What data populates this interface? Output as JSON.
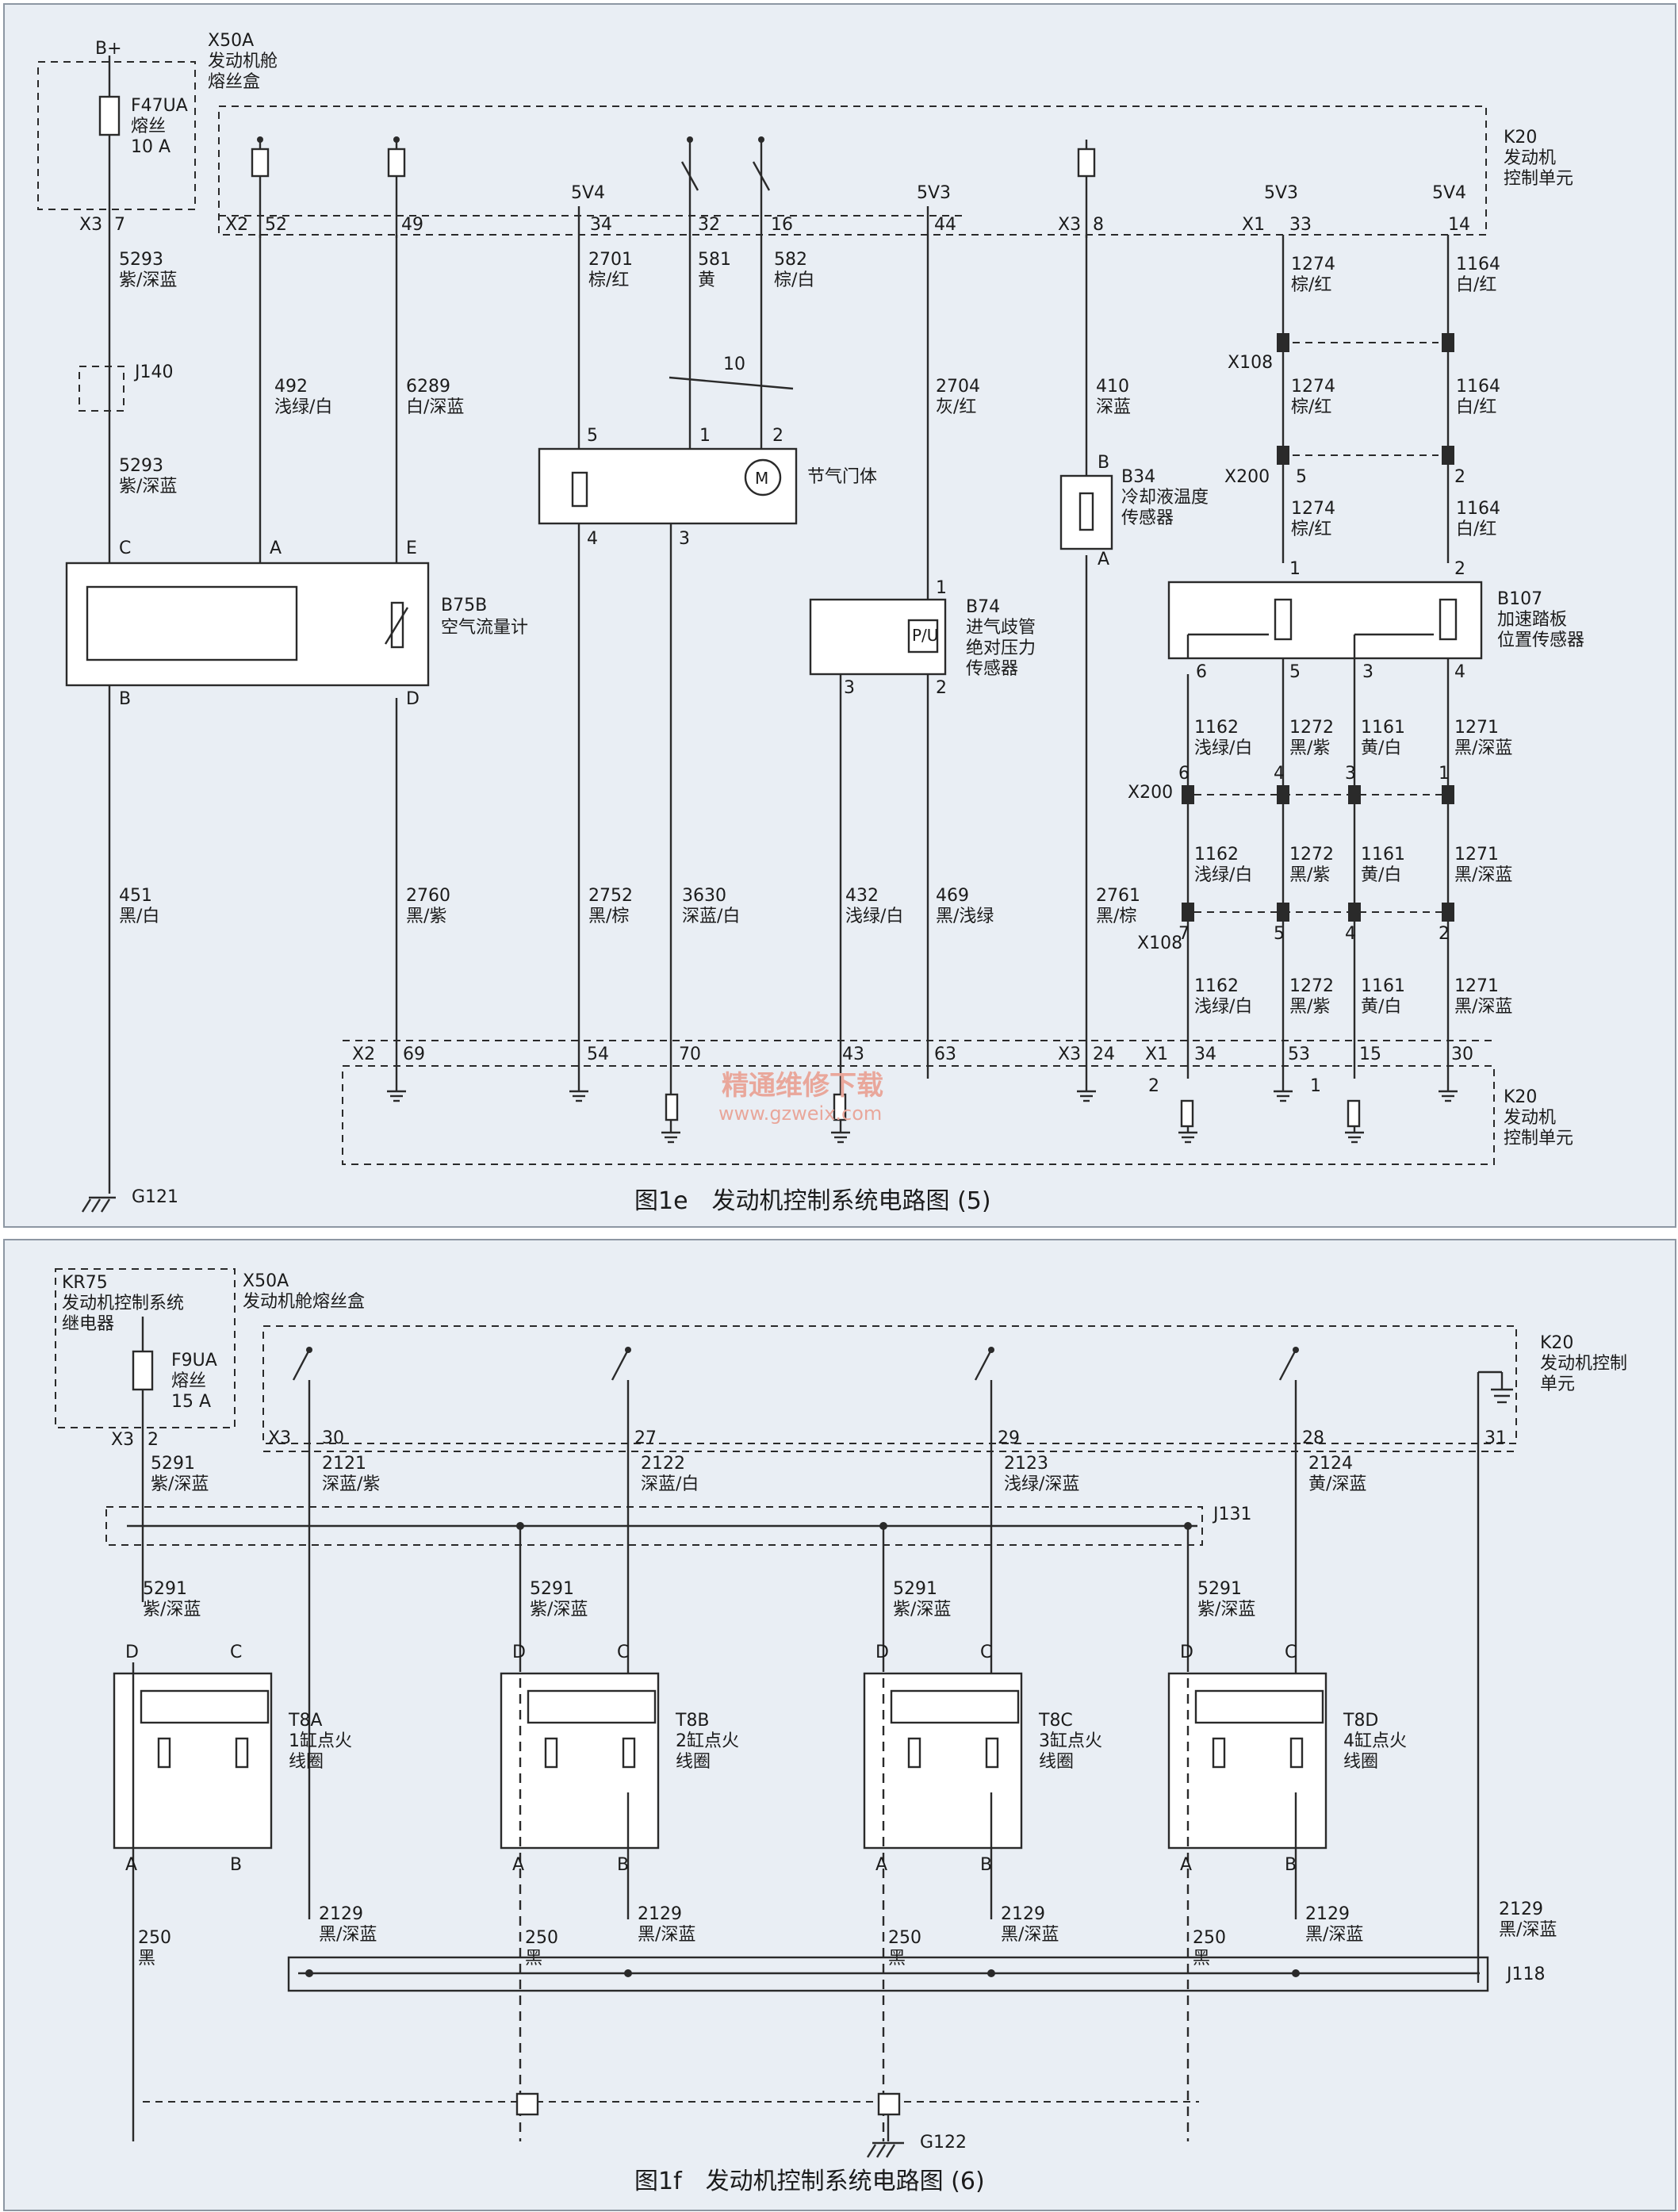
{
  "diagram1": {
    "caption": "图1e　发动机控制系统电路图 (5)",
    "supply": {
      "bplus": "B+",
      "x50a": "X50A",
      "x50a_name_1": "发动机舱",
      "x50a_name_2": "熔丝盒",
      "fuse": "F47UA",
      "fuse_word": "熔丝",
      "fuse_amp": "10 A",
      "conn": "X3",
      "pin": "7"
    },
    "k20": {
      "id": "K20",
      "name_1": "发动机",
      "name_2": "控制单元"
    },
    "top_pins": {
      "x2": "X2",
      "p52": "52",
      "p49": "49",
      "v54a": "5V4",
      "p34": "34",
      "p32": "32",
      "p16": "16",
      "v53a": "5V3",
      "p44": "44",
      "x3": "X3",
      "p8": "8",
      "x1": "X1",
      "v53b": "5V3",
      "p33": "33",
      "v54b": "5V4",
      "p14": "14"
    },
    "wires_top": [
      {
        "num": "5293",
        "color": "紫/深蓝"
      },
      {
        "num": "492",
        "color": "浅绿/白"
      },
      {
        "num": "6289",
        "color": "白/深蓝"
      },
      {
        "num": "2701",
        "color": "棕/红"
      },
      {
        "num": "581",
        "color": "黄"
      },
      {
        "num": "582",
        "color": "棕/白"
      },
      {
        "num": "2704",
        "color": "灰/红"
      },
      {
        "num": "410",
        "color": "深蓝"
      },
      {
        "num": "1274",
        "color": "棕/红"
      },
      {
        "num": "1164",
        "color": "白/红"
      }
    ],
    "j140": "J140",
    "twist_label": "10",
    "maf": {
      "id": "B75B",
      "name": "空气流量计",
      "pin_c": "C",
      "pin_a": "A",
      "pin_e": "E",
      "pin_b": "B",
      "pin_d": "D"
    },
    "throttle": {
      "name": "节气门体",
      "p5": "5",
      "p1": "1",
      "p2": "2",
      "p4": "4",
      "p3": "3"
    },
    "map_sensor": {
      "id": "B74",
      "name_1": "进气歧管",
      "name_2": "绝对压力",
      "name_3": "传感器",
      "p1": "1",
      "p3": "3",
      "p2": "2",
      "sym": "P/U"
    },
    "ect": {
      "id": "B34",
      "name_1": "冷却液温度",
      "name_2": "传感器",
      "pb": "B",
      "pa": "A"
    },
    "app": {
      "id": "B107",
      "name_1": "加速踏板",
      "name_2": "位置传感器",
      "p1": "1",
      "p2": "2",
      "p6": "6",
      "p5": "5",
      "p3": "3",
      "p4": "4"
    },
    "x108": "X108",
    "x200": "X200",
    "x108_p5": "5",
    "x108_p2": "2",
    "x200_pins": [
      "6",
      "4",
      "3",
      "1"
    ],
    "x108_pins": [
      "7",
      "5",
      "4",
      "2"
    ],
    "app_wires": [
      {
        "num": "1162",
        "color": "浅绿/白"
      },
      {
        "num": "1272",
        "color": "黑/紫"
      },
      {
        "num": "1161",
        "color": "黄/白"
      },
      {
        "num": "1271",
        "color": "黑/深蓝"
      }
    ],
    "wires_bottom": [
      {
        "num": "451",
        "color": "黑/白"
      },
      {
        "num": "2760",
        "color": "黑/紫"
      },
      {
        "num": "2752",
        "color": "黑/棕"
      },
      {
        "num": "3630",
        "color": "深蓝/白"
      },
      {
        "num": "432",
        "color": "浅绿/白"
      },
      {
        "num": "469",
        "color": "黑/浅绿"
      },
      {
        "num": "2761",
        "color": "黑/棕"
      }
    ],
    "bottom_pins": {
      "x2": "X2",
      "p69": "69",
      "p54": "54",
      "p70": "70",
      "p43": "43",
      "p63": "63",
      "x3": "X3",
      "p24": "24",
      "x1": "X1",
      "p34": "34",
      "p53": "53",
      "p15": "15",
      "p30": "30",
      "s2": "2",
      "s1": "1"
    },
    "ground": "G121",
    "watermark_1": "精通维修下载",
    "watermark_2": "www.gzweix.com"
  },
  "diagram2": {
    "caption": "图1f　发动机控制系统电路图 (6)",
    "relay": {
      "id": "KR75",
      "name_1": "发动机控制系统",
      "name_2": "继电器",
      "fuse": "F9UA",
      "fuse_word": "熔丝",
      "fuse_amp": "15 A",
      "conn": "X3",
      "pin": "2"
    },
    "x50a": "X50A",
    "x50a_name": "发动机舱熔丝盒",
    "k20": {
      "id": "K20",
      "name_1": "发动机控制",
      "name_2": "单元"
    },
    "k20_conn": "X3",
    "k20_pins": [
      "30",
      "27",
      "29",
      "28",
      "31"
    ],
    "supply_wire": {
      "num": "5291",
      "color": "紫/深蓝"
    },
    "ign_wires": [
      {
        "num": "2121",
        "color": "深蓝/紫"
      },
      {
        "num": "2122",
        "color": "深蓝/白"
      },
      {
        "num": "2123",
        "color": "浅绿/深蓝"
      },
      {
        "num": "2124",
        "color": "黄/深蓝"
      }
    ],
    "j131": "J131",
    "j118": "J118",
    "coils": [
      {
        "id": "T8A",
        "name_1": "1缸点火",
        "name_2": "线圈"
      },
      {
        "id": "T8B",
        "name_1": "2缸点火",
        "name_2": "线圈"
      },
      {
        "id": "T8C",
        "name_1": "3缸点火",
        "name_2": "线圈"
      },
      {
        "id": "T8D",
        "name_1": "4缸点火",
        "name_2": "线圈"
      }
    ],
    "coil_pins": {
      "d": "D",
      "c": "C",
      "a": "A",
      "b": "B"
    },
    "gnd_wire": {
      "num": "250",
      "color": "黑"
    },
    "ret_wire": {
      "num": "2129",
      "color": "黑/深蓝"
    },
    "ground": "G122"
  }
}
